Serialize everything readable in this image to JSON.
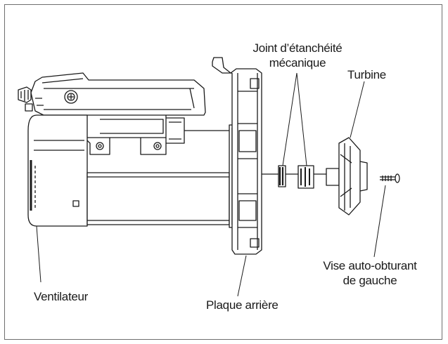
{
  "labels": {
    "seal_line1": "Joint d’étanchéité",
    "seal_line2": "mécanique",
    "impeller": "Turbine",
    "screw_line1": "Vise auto-obturant",
    "screw_line2": "de gauche",
    "fan": "Ventilateur",
    "back_plate": "Plaque arrière"
  },
  "colors": {
    "stroke": "#1a1a1a",
    "fill": "#ffffff",
    "frame": "#6f6f6f",
    "shade": "#d9d9d9"
  }
}
